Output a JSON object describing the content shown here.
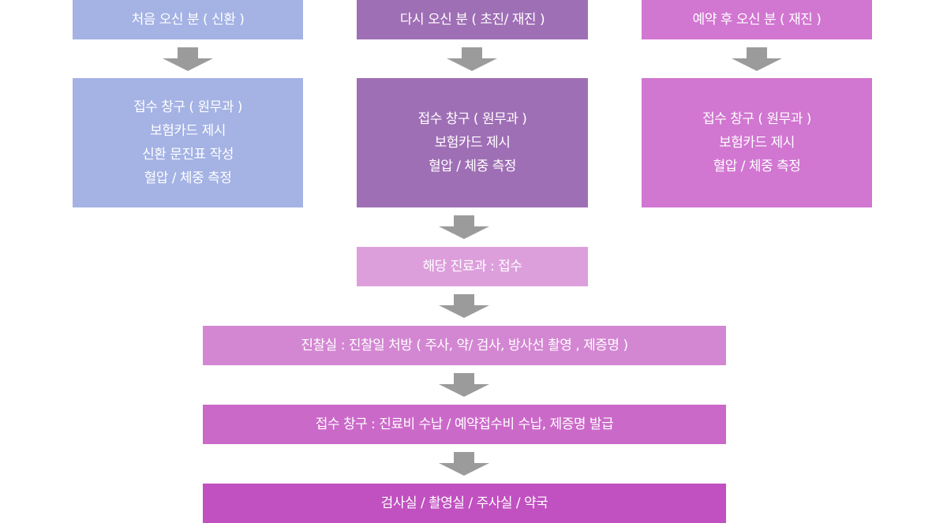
{
  "colors": {
    "col1": "#a4b2e4",
    "col2": "#9f6fb5",
    "col3": "#d176d1",
    "department": "#dd9fdc",
    "exam": "#d386d2",
    "payment": "#cb69c9",
    "tests": "#c150c0",
    "arrow": "#9b9b9b"
  },
  "top": {
    "first_visit": "처음 오신 분 ( 신환 )",
    "revisit": "다시 오신 분 ( 초진/ 재진 )",
    "reserved": "예약 후 오신 분 ( 재진 )"
  },
  "reception": {
    "first_visit": [
      "접수 창구 ( 원무과 )",
      "보험카드 제시",
      "신환 문진표 작성",
      "혈압 / 체중 측정"
    ],
    "revisit": [
      "접수 창구 ( 원무과 )",
      "보험카드 제시",
      "혈압 / 체중 측정"
    ],
    "reserved": [
      "접수 창구 ( 원무과 )",
      "보험카드 제시",
      "혈압 / 체중 측정"
    ]
  },
  "flow": {
    "department": "해당 진료과  : 접수",
    "exam": "진찰실 : 진찰일 처방 ( 주사, 약/ 검사, 방사선 촬영 , 제증명 )",
    "payment": "접수 창구 : 진료비  수납 / 예약접수비 수납,  제증명 발급",
    "tests": "검사실  / 촬영실 / 주사실 / 약국"
  }
}
